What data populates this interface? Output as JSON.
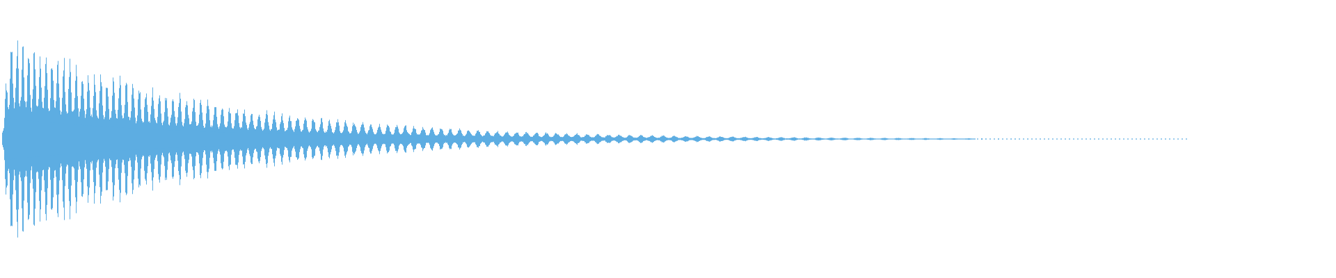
{
  "waveform": {
    "color": "#5dade2",
    "background": "#ffffff",
    "style": "mirrored-amplitude-bars",
    "envelope": "exponential-decay",
    "peak_amplitude": 0.85,
    "end_fraction": 0.89
  }
}
